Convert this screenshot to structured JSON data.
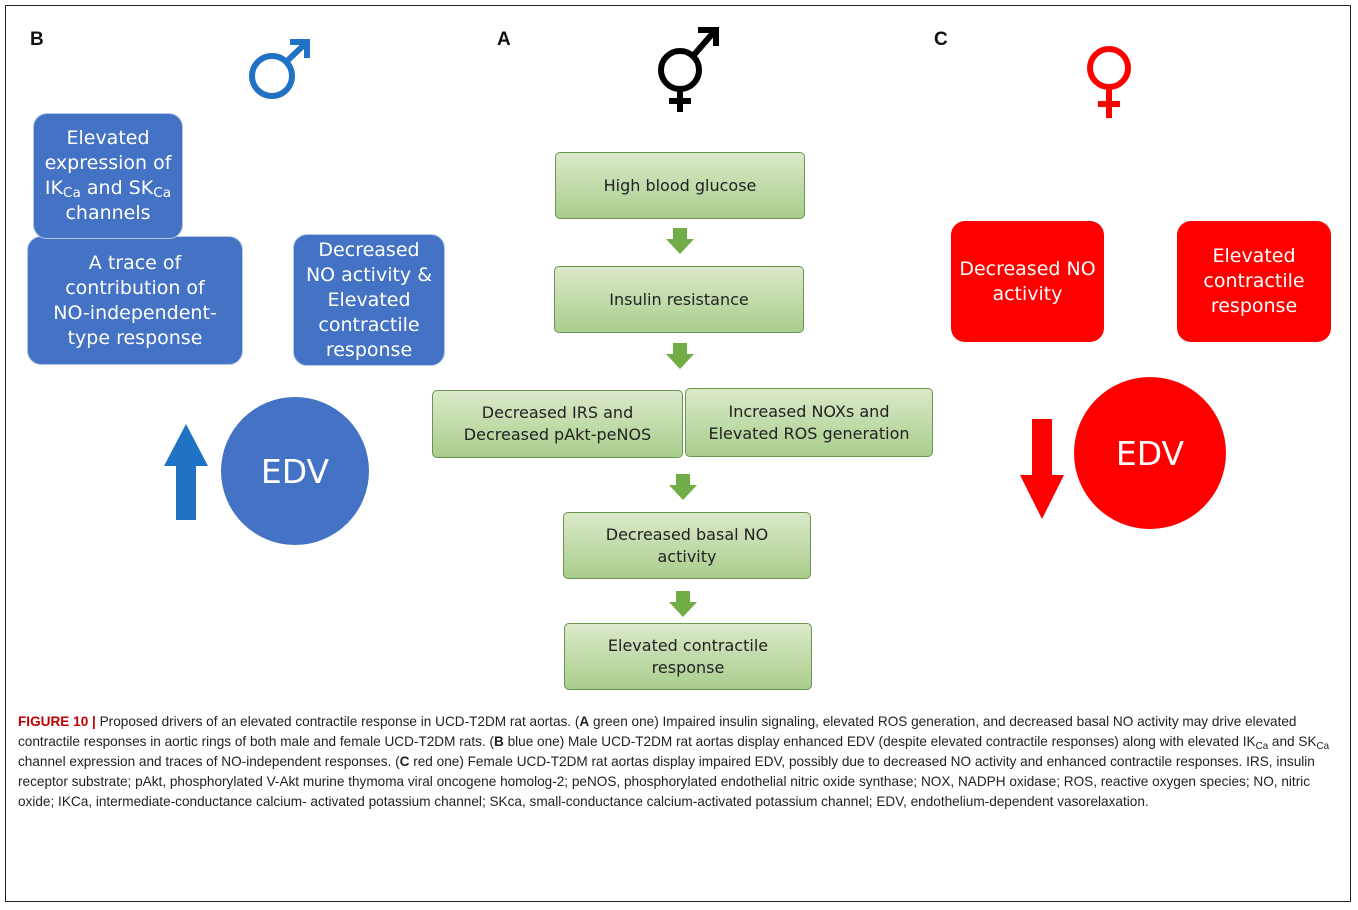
{
  "colors": {
    "blue": "#4472c4",
    "red": "#ff0000",
    "green_border": "#6c9451",
    "green_arrow": "#70ad47"
  },
  "panels": {
    "b": {
      "label": "B",
      "symbol": "male-symbol-icon",
      "box_ikca_prefix": "Elevated expression of IK",
      "box_ikca_sub1": "Ca",
      "box_ikca_mid": " and SK",
      "box_ikca_sub2": "Ca",
      "box_ikca_suffix": " channels",
      "box_trace": "A trace of contribution of NO-independent-type response",
      "box_decreased": "Decreased NO activity & Elevated contractile response",
      "edv": "EDV",
      "arrow": "up-arrow-icon"
    },
    "a": {
      "label": "A",
      "symbol": "intersex-symbol-icon",
      "steps": [
        "High blood glucose",
        "Insulin resistance",
        "Decreased IRS and Decreased pAkt-peNOS",
        "Increased NOXs and Elevated ROS generation",
        "Decreased basal NO activity",
        "Elevated contractile response"
      ]
    },
    "c": {
      "label": "C",
      "symbol": "female-symbol-icon",
      "box_decreased": "Decreased NO activity",
      "box_elevated": "Elevated contractile response",
      "edv": "EDV",
      "arrow": "down-arrow-icon"
    }
  },
  "caption": {
    "fig": "FIGURE 10 |",
    "intro": " Proposed drivers of an elevated contractile response in UCD-T2DM rat aortas. (",
    "a_label": "A",
    "a_text": " green one) Impaired insulin signaling, elevated ROS generation, and decreased basal NO activity may drive elevated contractile responses in aortic rings of both male and female UCD-T2DM rats. (",
    "b_label": "B",
    "b_text1": " blue one) Male UCD-T2DM rat aortas display enhanced EDV (despite elevated contractile responses) along with elevated IK",
    "b_sub1": "Ca",
    "b_text2": " and SK",
    "b_sub2": "Ca",
    "b_text3": " channel expression and traces of NO-independent responses. (",
    "c_label": "C",
    "c_text": " red one) Female UCD-T2DM rat aortas display impaired EDV, possibly due to decreased NO activity and enhanced contractile responses. IRS, insulin receptor substrate; pAkt, phosphorylated V-Akt murine thymoma viral oncogene homolog-2; peNOS, phosphorylated endothelial nitric oxide synthase; NOX, NADPH oxidase; ROS, reactive oxygen species; NO, nitric oxide; IKCa, intermediate-conductance calcium- activated potassium channel; SKca, small-conductance calcium-activated potassium channel; EDV, endothelium-dependent vasorelaxation."
  }
}
